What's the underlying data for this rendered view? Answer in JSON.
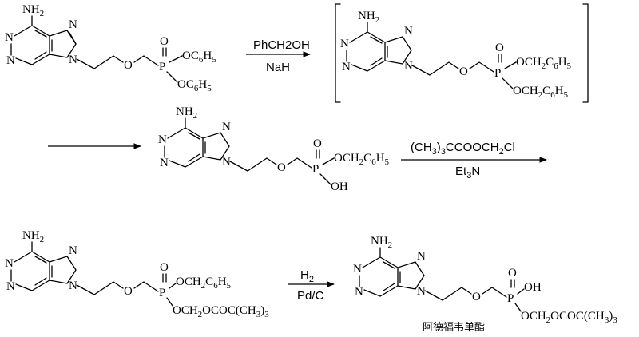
{
  "step1": {
    "reagent_top": "PhCH2OH",
    "reagent_bottom": "NaH"
  },
  "step3": {
    "reagent_top": "(CH3)3CCOOCH2Cl",
    "reagent_bottom": "Et3N"
  },
  "step4": {
    "reagent_top": "H2",
    "reagent_bottom": "Pd/C"
  },
  "product_label": "阿德福韦单酯",
  "molecules": [
    {
      "id": "starting-material",
      "groups": [
        "NH2",
        "OC6H5",
        "OC6H5"
      ]
    },
    {
      "id": "intermediate-bracketed",
      "groups": [
        "NH2",
        "OCH2C6H5",
        "OCH2C6H5"
      ]
    },
    {
      "id": "monobenzyl-ester",
      "groups": [
        "NH2",
        "OCH2C6H5",
        "OH"
      ]
    },
    {
      "id": "pivoxil-benzyl-ester",
      "groups": [
        "NH2",
        "OCH2C6H5",
        "OCH2OCOC(CH3)3"
      ]
    },
    {
      "id": "adefovir-monoester",
      "groups": [
        "NH2",
        "OH",
        "OCH2OCOC(CH3)3"
      ]
    }
  ]
}
